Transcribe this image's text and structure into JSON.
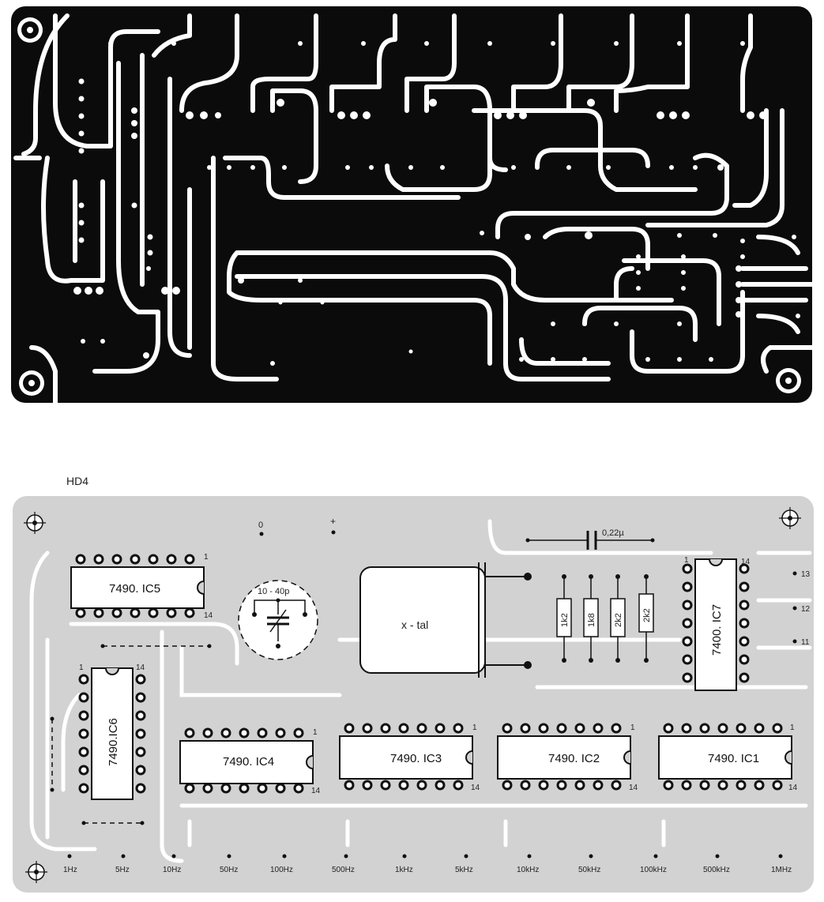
{
  "figure_label": "HD4",
  "colors": {
    "copper": "#0b0b0b",
    "board_bg": "#ffffff",
    "silkscreen_shade": "#d2d2d2",
    "component_fill": "#ffffff",
    "ink": "#111111"
  },
  "components": {
    "ic5": "7490. IC5",
    "ic6": "7490.IC6",
    "ic4": "7490. IC4",
    "ic3": "7490. IC3",
    "ic2": "7490. IC2",
    "ic1": "7490. IC1",
    "ic7": "7400. IC7",
    "crystal": "x - tal",
    "trimmer_cap": "10 - 40p",
    "capacitor": "0,22µ",
    "resistors": [
      "1k2",
      "1k8",
      "2k2",
      "2k2"
    ]
  },
  "pin_marks": {
    "one": "1",
    "fourteen": "14"
  },
  "supply": {
    "zero": "0",
    "plus": "+"
  },
  "side_pins": [
    "13",
    "12",
    "11"
  ],
  "outputs": [
    "1Hz",
    "5Hz",
    "10Hz",
    "50Hz",
    "100Hz",
    "500Hz",
    "1kHz",
    "5kHz",
    "10kHz",
    "50kHz",
    "100kHz",
    "500kHz",
    "1MHz"
  ]
}
